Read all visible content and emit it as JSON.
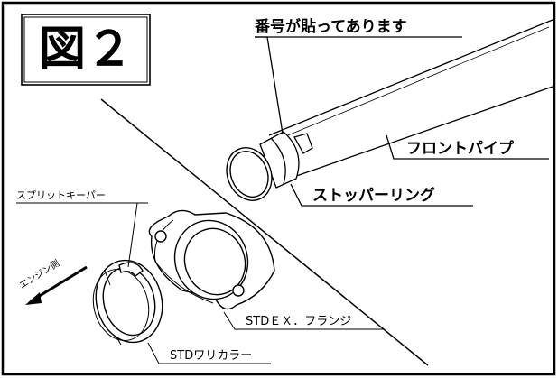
{
  "figure": {
    "title": "図２"
  },
  "labels": {
    "number_note": "番号が貼ってあります",
    "front_pipe": "フロントパイプ",
    "stopper_ring": "ストッパーリング",
    "split_keeper": "スプリットキーパー",
    "engine_side": "エンジン側",
    "std_ex_flange": "STDＥＸ．フランジ",
    "std_collar": "STDワリカラー"
  }
}
